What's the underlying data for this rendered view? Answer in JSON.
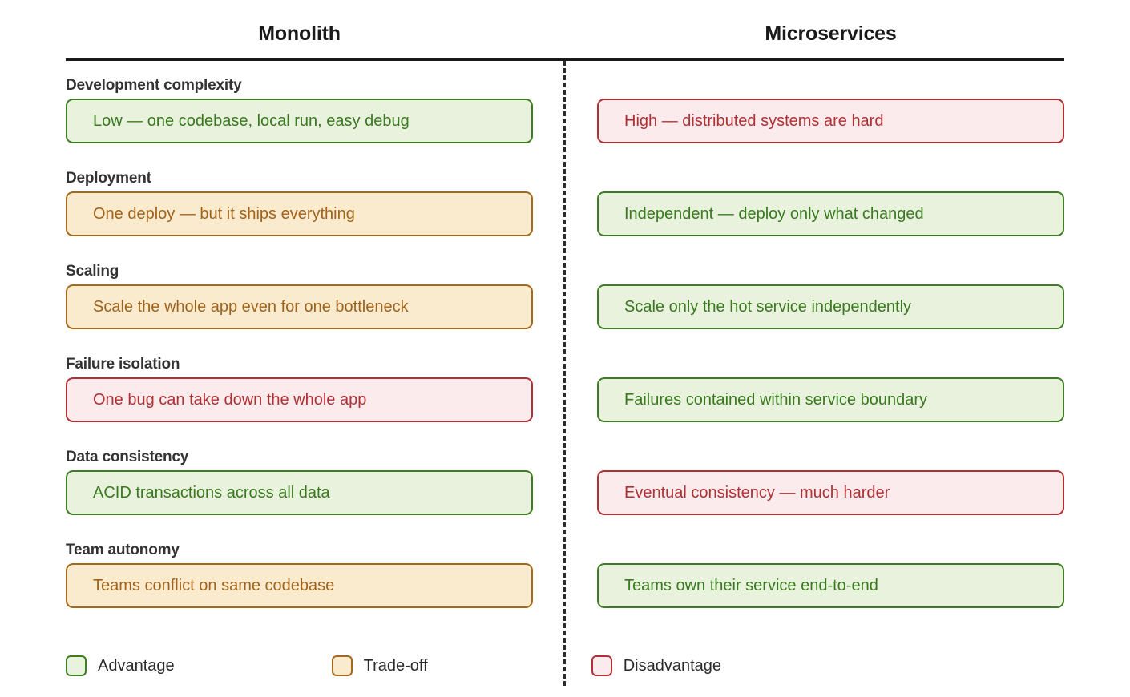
{
  "columns": {
    "left": "Monolith",
    "right": "Microservices"
  },
  "rows": [
    {
      "label": "Development complexity",
      "left": {
        "text": "Low — one codebase, local run, easy debug",
        "verdict": "advantage"
      },
      "right": {
        "text": "High — distributed systems are hard",
        "verdict": "disadvantage"
      }
    },
    {
      "label": "Deployment",
      "left": {
        "text": "One deploy — but it ships everything",
        "verdict": "tradeoff"
      },
      "right": {
        "text": "Independent — deploy only what changed",
        "verdict": "advantage"
      }
    },
    {
      "label": "Scaling",
      "left": {
        "text": "Scale the whole app even for one bottleneck",
        "verdict": "tradeoff"
      },
      "right": {
        "text": "Scale only the hot service independently",
        "verdict": "advantage"
      }
    },
    {
      "label": "Failure isolation",
      "left": {
        "text": "One bug can take down the whole app",
        "verdict": "disadvantage"
      },
      "right": {
        "text": "Failures contained within service boundary",
        "verdict": "advantage"
      }
    },
    {
      "label": "Data consistency",
      "left": {
        "text": "ACID transactions across all data",
        "verdict": "advantage"
      },
      "right": {
        "text": "Eventual consistency — much harder",
        "verdict": "disadvantage"
      }
    },
    {
      "label": "Team autonomy",
      "left": {
        "text": "Teams conflict on same codebase",
        "verdict": "tradeoff"
      },
      "right": {
        "text": "Teams own their service end-to-end",
        "verdict": "advantage"
      }
    }
  ],
  "legend": [
    {
      "label": "Advantage",
      "verdict": "advantage"
    },
    {
      "label": "Trade-off",
      "verdict": "tradeoff"
    },
    {
      "label": "Disadvantage",
      "verdict": "disadvantage"
    }
  ],
  "colors": {
    "advantage_border": "#3f7d23",
    "advantage_fill": "#e8f2dd",
    "advantage_text": "#3a7a1f",
    "tradeoff_border": "#a4691a",
    "tradeoff_fill": "#faeace",
    "tradeoff_text": "#a1631a",
    "disadvantage_border": "#b22f33",
    "disadvantage_fill": "#fbebec",
    "disadvantage_text": "#b03034",
    "rule": "#1a1a1a",
    "divider": "#2b2b2b"
  }
}
